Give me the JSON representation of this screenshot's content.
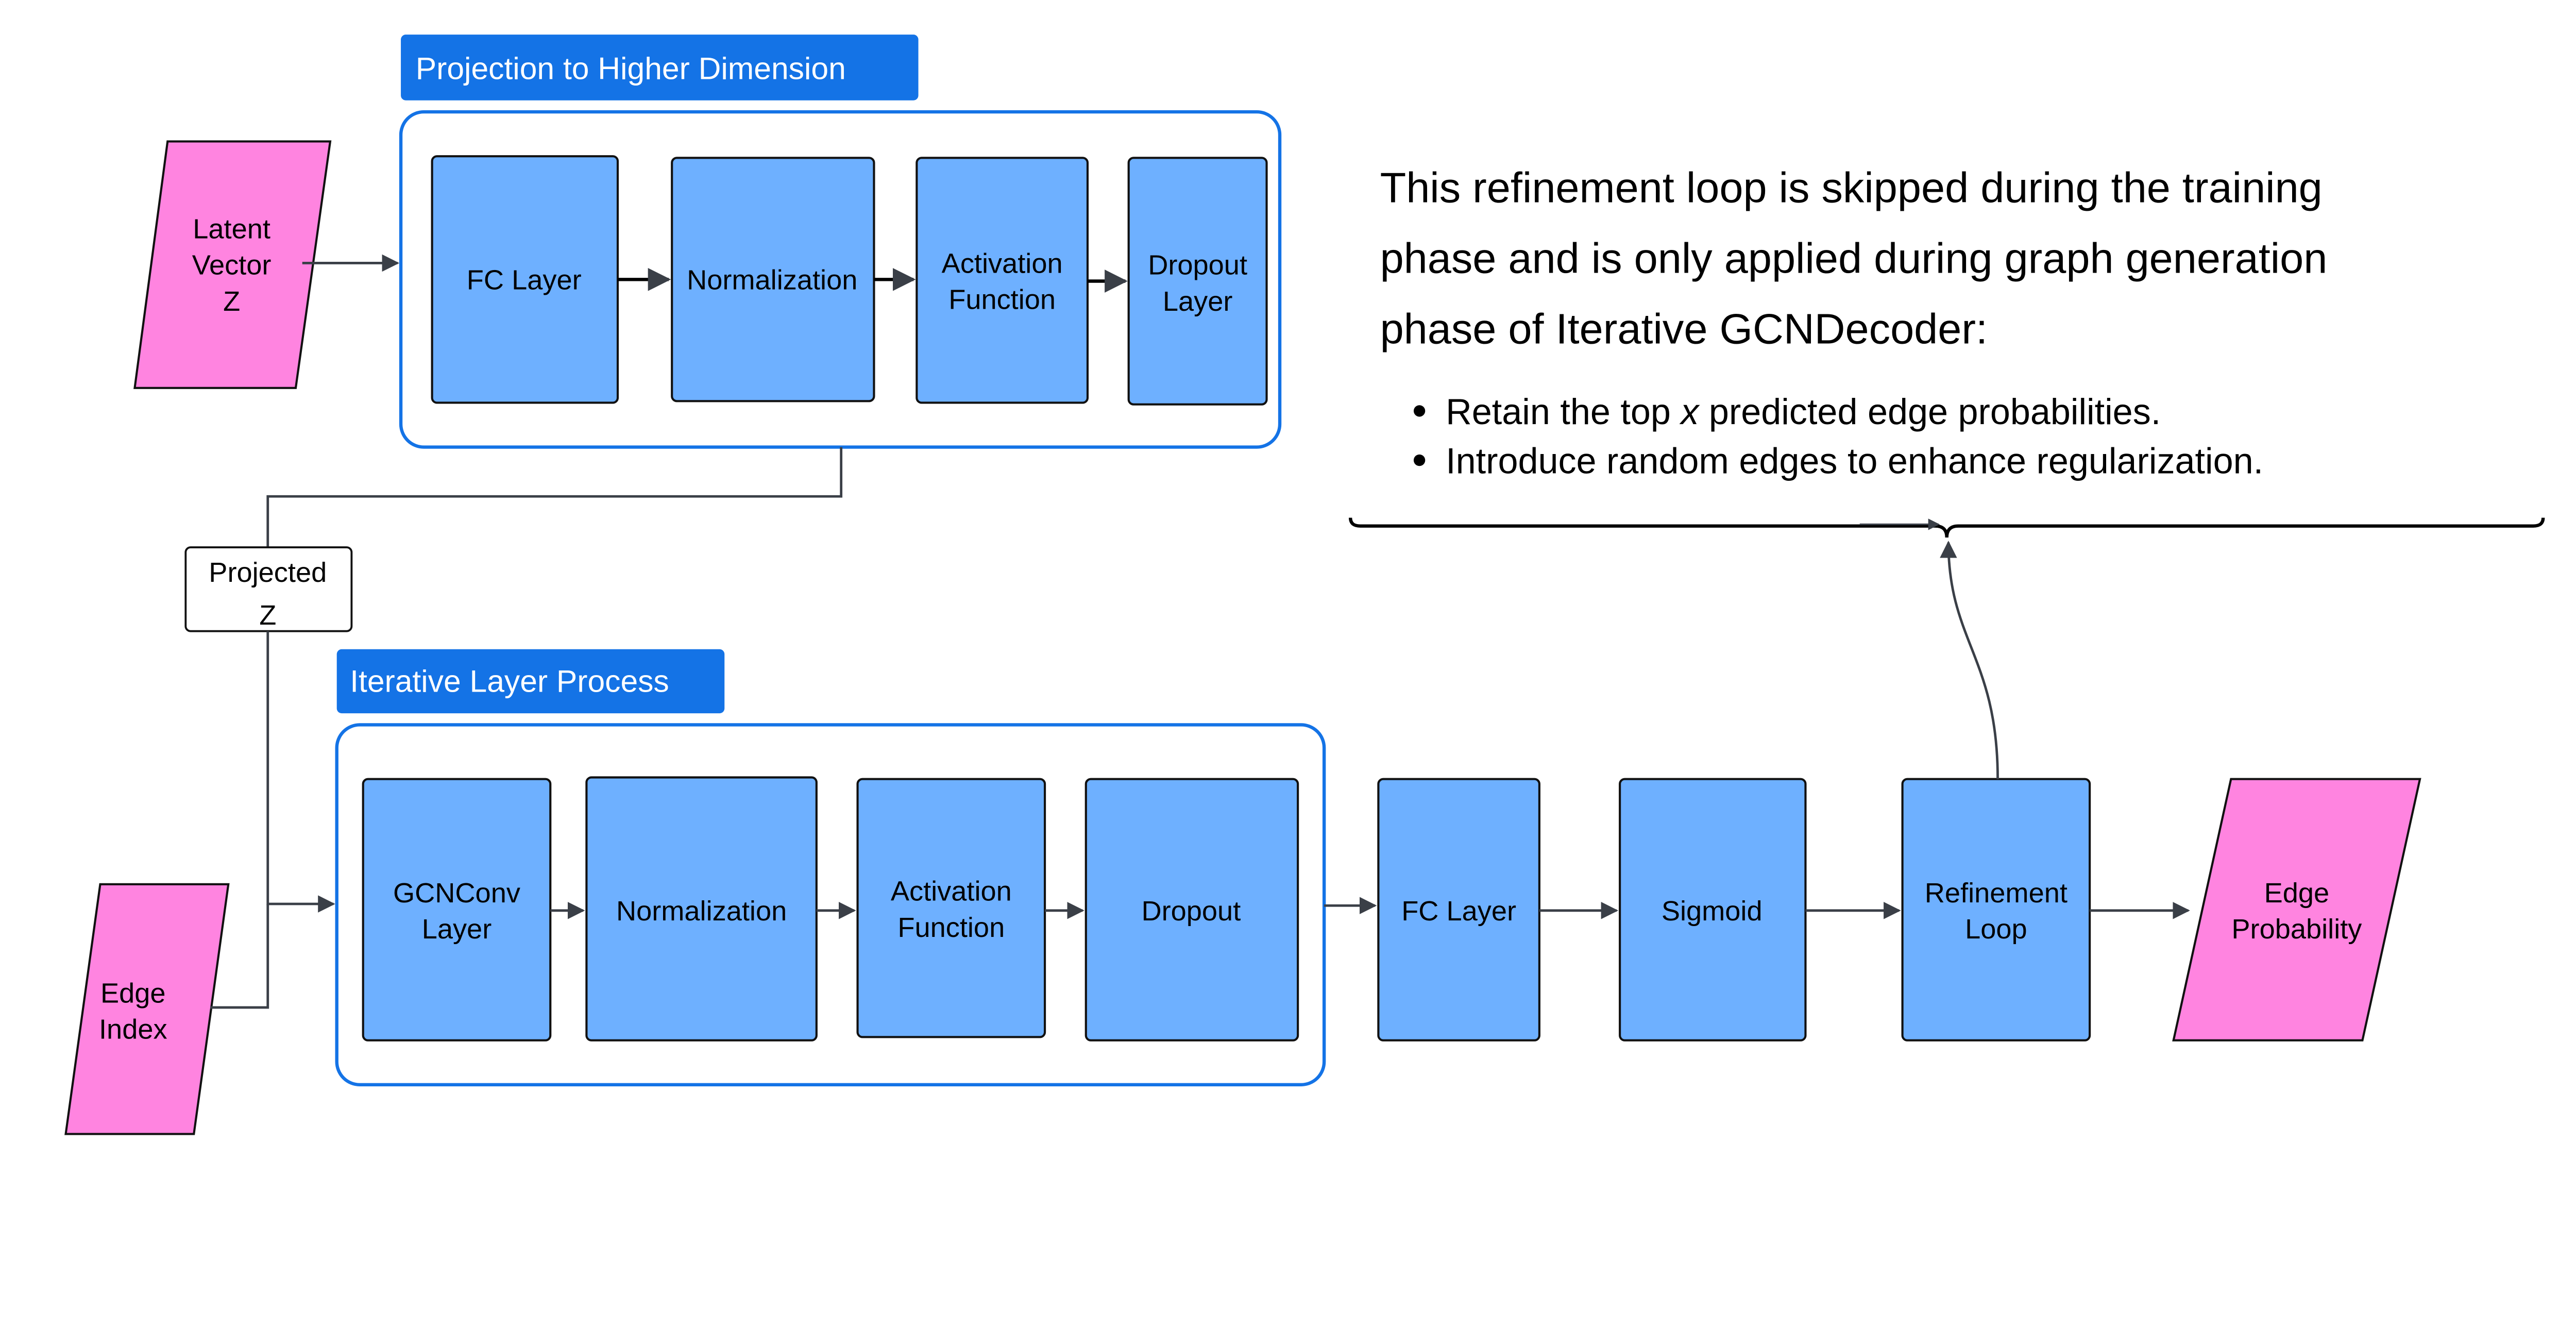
{
  "colors": {
    "block": "#6eb0ff",
    "io": "#ff84e0",
    "group": "#1473e6",
    "title_bg": "#1473e6"
  },
  "projection": {
    "title": "Projection to Higher Dimension",
    "blocks": [
      [
        "FC Layer"
      ],
      [
        "Normalization"
      ],
      [
        "Activation",
        "Function"
      ],
      [
        "Dropout",
        "Layer"
      ]
    ]
  },
  "latent": [
    "Latent",
    "Vector",
    "Z"
  ],
  "projected": [
    "Projected",
    "Z"
  ],
  "edge_index": [
    "Edge",
    "Index"
  ],
  "iterative": {
    "title": "Iterative Layer Process",
    "blocks": [
      [
        "GCNConv",
        "Layer"
      ],
      [
        "Normalization"
      ],
      [
        "Activation",
        "Function"
      ],
      [
        "Dropout"
      ]
    ]
  },
  "post": [
    [
      "FC Layer"
    ],
    [
      "Sigmoid"
    ],
    [
      "Refinement",
      "Loop"
    ]
  ],
  "output": [
    "Edge",
    "Probability"
  ],
  "note": {
    "lines": [
      "This refinement loop is skipped during the training",
      "phase and is only applied during graph generation",
      "phase of Iterative GCNDecoder:"
    ],
    "bullets": [
      {
        "pre": "Retain the top ",
        "em": "x",
        "post": " predicted edge probabilities."
      },
      {
        "pre": "Introduce random edges to enhance regularization.",
        "em": "",
        "post": ""
      }
    ]
  }
}
